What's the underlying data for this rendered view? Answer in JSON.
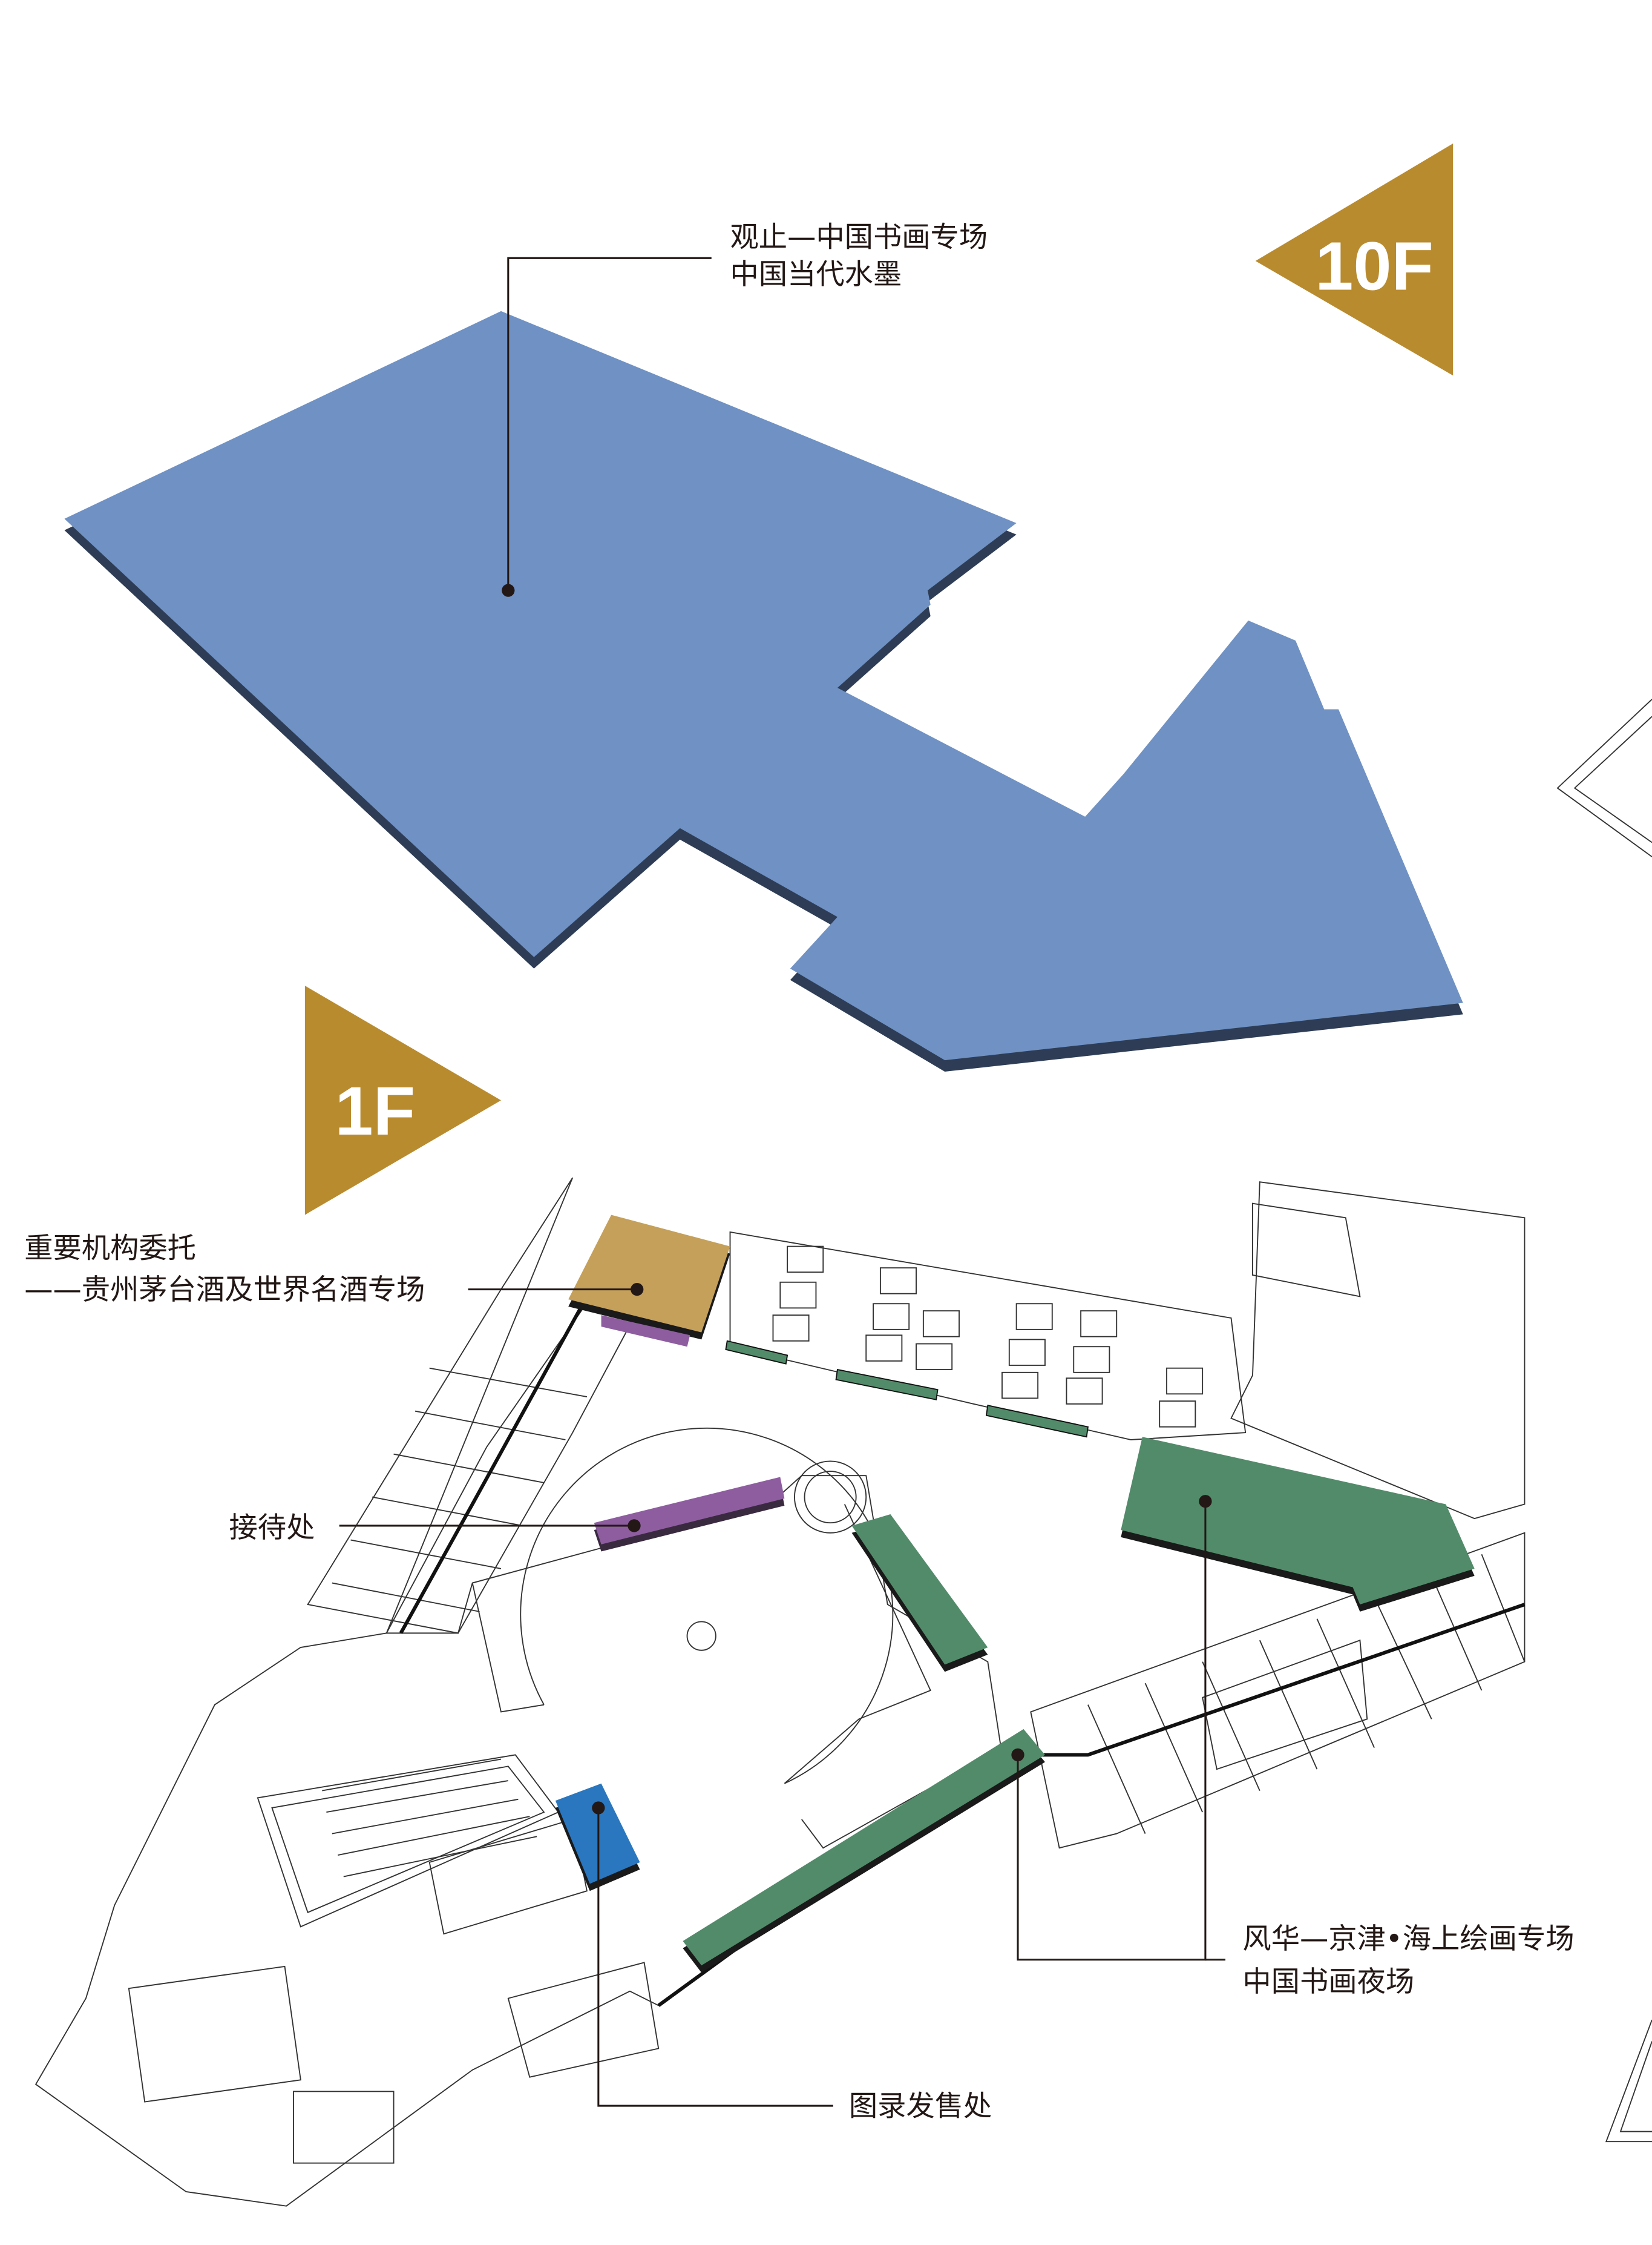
{
  "floors": {
    "f10": {
      "badge": "10F",
      "labels": [
        "观止—中国书画专场",
        "中国当代水墨"
      ]
    },
    "f1": {
      "badge": "1F",
      "labels": {
        "commission_line1": "重要机构委托",
        "commission_line2": "——贵州茅台酒及世界名酒专场",
        "reception": "接待处",
        "catalogue": "图录发售处",
        "painting_line1": "风华—京津•海上绘画专场",
        "painting_line2": "中国书画夜场"
      }
    }
  },
  "colors": {
    "badge": "#b98b2f",
    "floor10": "#6f91c4",
    "wine": "#c5a05a",
    "reception": "#8e5da0",
    "painting": "#528b6a",
    "catalogue": "#2a77bf"
  }
}
